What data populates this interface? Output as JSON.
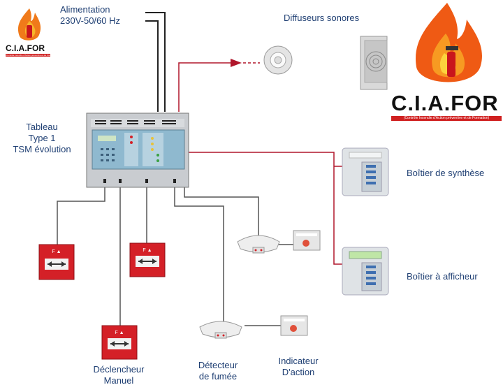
{
  "brand": {
    "name": "C.I.A.FOR",
    "tagline": "(Contrôle Incendie d'Action préventive et de Formation)"
  },
  "labels": {
    "power_line1": "Alimentation",
    "power_line2": "230V-50/60 Hz",
    "sirens": "Diffuseurs sonores",
    "panel_line1": "Tableau",
    "panel_line2": "Type 1",
    "panel_line3": "TSM évolution",
    "summary_box": "Boîtier de synthèse",
    "display_box": "Boîtier à afficheur",
    "manual_line1": "Déclencheur",
    "manual_line2": "Manuel",
    "smoke_line1": "Détecteur",
    "smoke_line2": "de fumée",
    "indicator_line1": "Indicateur",
    "indicator_line2": "D'action"
  },
  "colors": {
    "text": "#1f3f73",
    "wire_grey": "#555555",
    "wire_red": "#b0162b",
    "alarm_red": "#d42027",
    "panel": "#e9ecef"
  },
  "icons": [
    "flame-extinguisher-logo",
    "siren-icon",
    "loudspeaker-icon",
    "fire-panel-icon",
    "manual-call-point-icon",
    "smoke-detector-icon",
    "action-indicator-icon",
    "repeater-panel-icon"
  ]
}
